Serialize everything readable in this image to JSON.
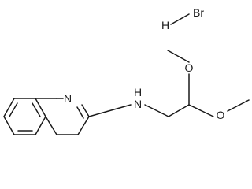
{
  "structure": {
    "atoms": {
      "ring_nitrogen": "N",
      "amine_hydrogen": "H",
      "amine_nitrogen": "N",
      "ether_oxygen_upper": "O",
      "ether_oxygen_lower": "O",
      "salt_hydrogen": "H",
      "salt_bromine": "Br"
    }
  },
  "colors": {
    "ink": "#1a1a1a",
    "background": "#ffffff"
  }
}
